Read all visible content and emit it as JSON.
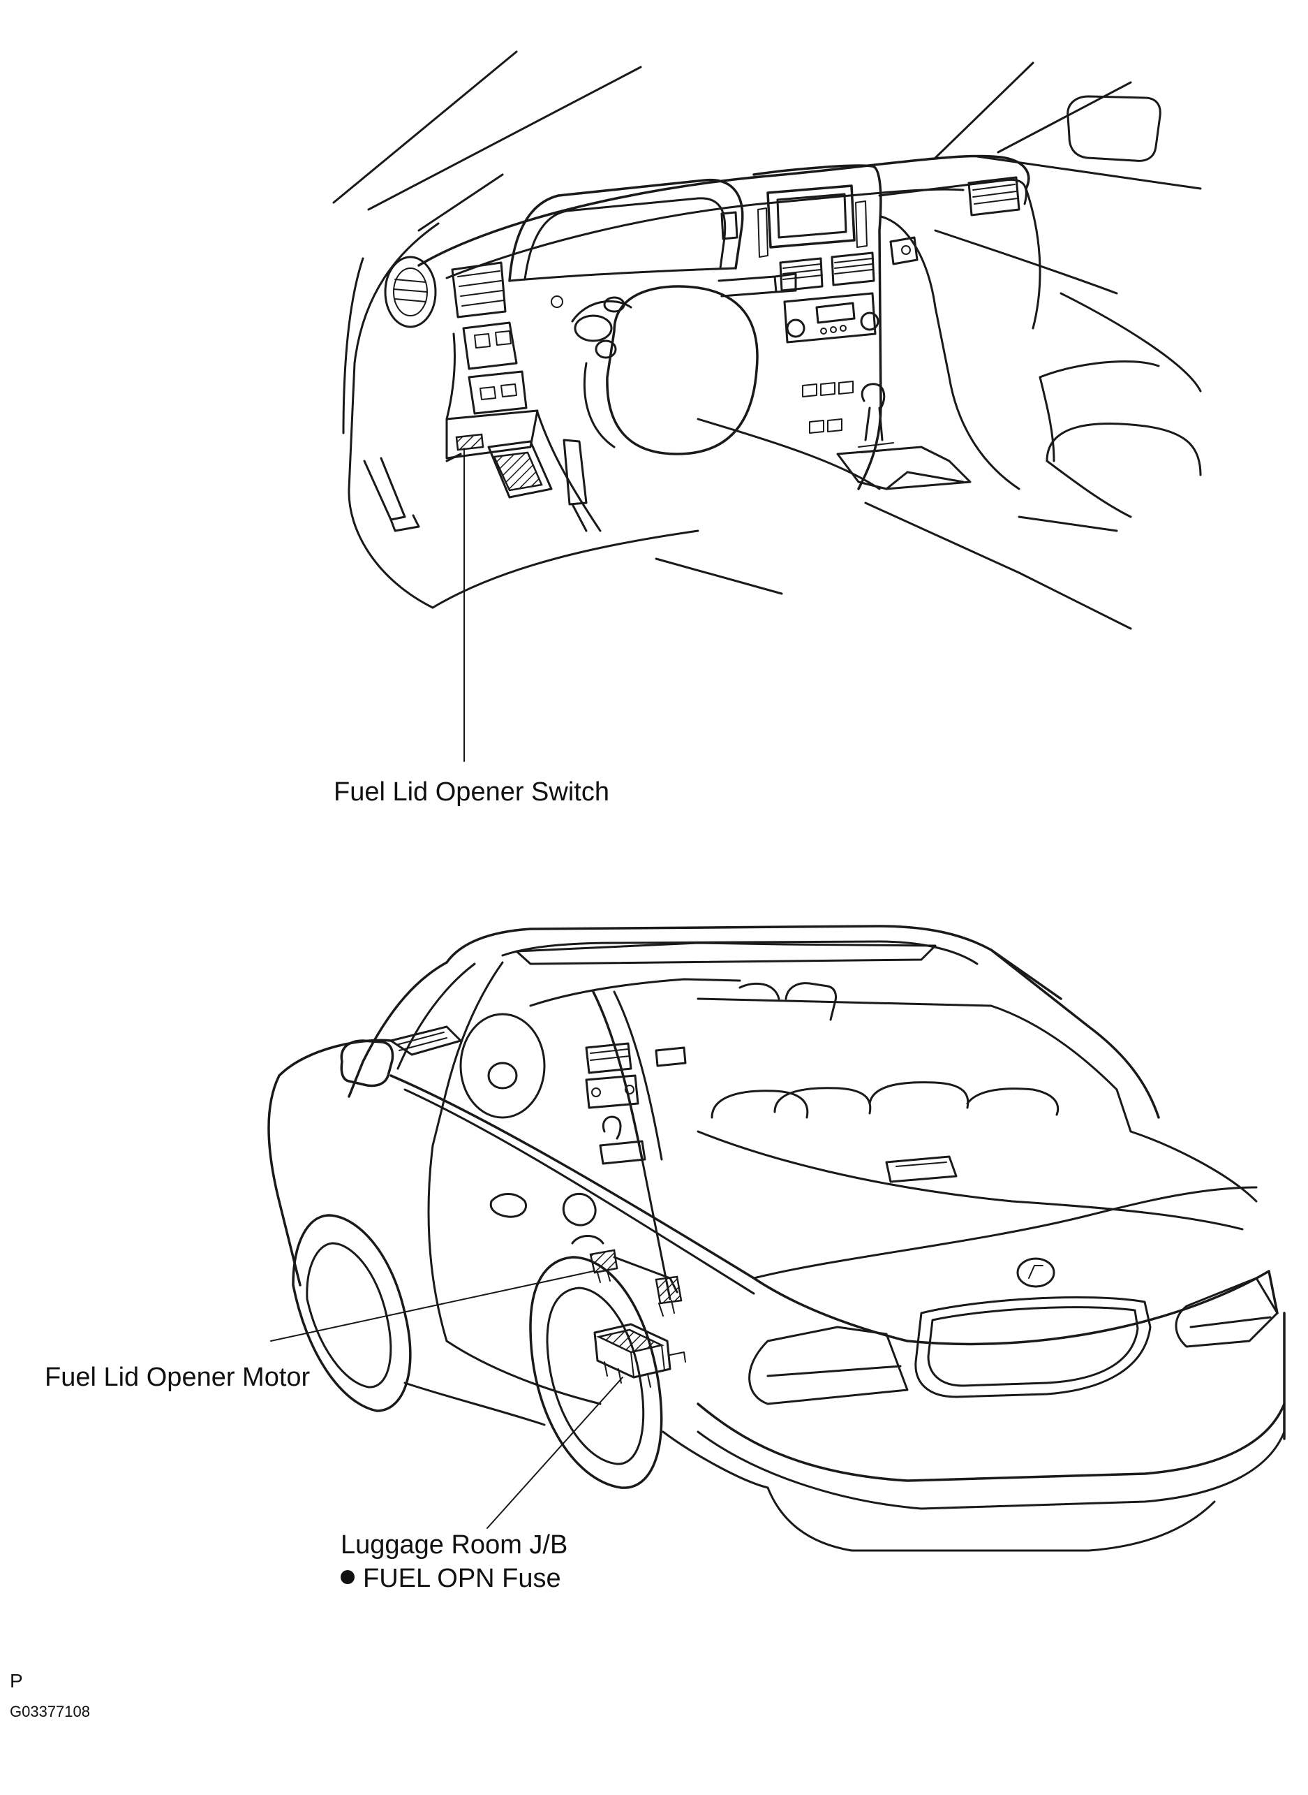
{
  "labels": {
    "switch": "Fuel Lid Opener Switch",
    "motor": "Fuel Lid Opener Motor",
    "junction_block": "Luggage Room J/B",
    "fuse": "FUEL OPN Fuse"
  },
  "footer": {
    "code_letter": "P",
    "figure_id": "G03377108"
  }
}
